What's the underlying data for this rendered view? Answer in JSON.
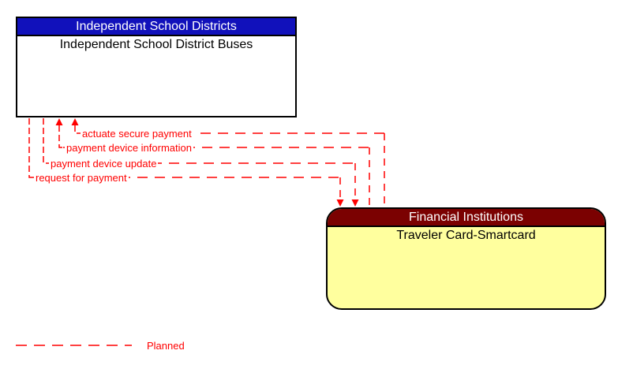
{
  "boxes": {
    "top": {
      "header": "Independent School Districts",
      "label": "Independent School District Buses",
      "header_color": "#1111BB",
      "body_color": "#FFFFFF"
    },
    "bottom": {
      "header": "Financial Institutions",
      "label": "Traveler Card-Smartcard",
      "header_color": "#7B0101",
      "body_color": "#FFFF9E"
    }
  },
  "flows": [
    {
      "label": "actuate secure payment",
      "from": "Traveler Card-Smartcard",
      "to": "Independent School District Buses",
      "status": "planned"
    },
    {
      "label": "payment device information",
      "from": "Traveler Card-Smartcard",
      "to": "Independent School District Buses",
      "status": "planned"
    },
    {
      "label": "payment device update",
      "from": "Independent School District Buses",
      "to": "Traveler Card-Smartcard",
      "status": "planned"
    },
    {
      "label": "request for payment",
      "from": "Independent School District Buses",
      "to": "Traveler Card-Smartcard",
      "status": "planned"
    }
  ],
  "legend": {
    "label": "Planned",
    "line_style": "dashed",
    "line_color": "#FF0000"
  }
}
